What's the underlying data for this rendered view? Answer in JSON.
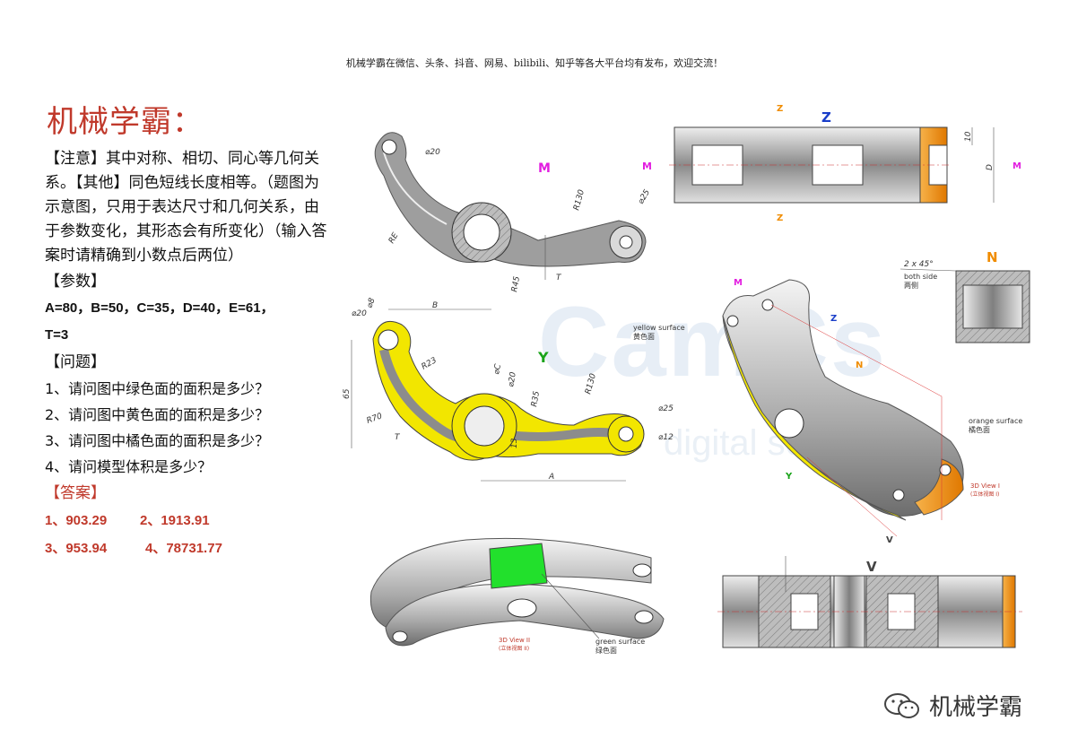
{
  "header": "机械学霸在微信、头条、抖音、网易、bilibili、知乎等各大平台均有发布，欢迎交流！",
  "title": "机械学霸：",
  "note": "【注意】其中对称、相切、同心等几何关系。【其他】同色短线长度相等。（题图为示意图，只用于表达尺寸和几何关系，由于参数变化，其形态会有所变化）（输入答案时请精确到小数点后两位）",
  "params": {
    "heading": "【参数】",
    "line1": "A=80，B=50，C=35，D=40，E=61，",
    "line2": "T=3"
  },
  "questions": {
    "heading": "【问题】",
    "items": [
      "1、请问图中绿色面的面积是多少？",
      "2、请问图中黄色面的面积是多少？",
      "3、请问图中橘色面的面积是多少？",
      "4、请问模型体积是多少？"
    ]
  },
  "answers": {
    "heading": "【答案】",
    "a1": "1、903.29",
    "a2": "2、1913.91",
    "a3": "3、953.94",
    "a4": "4、78731.77"
  },
  "drawing": {
    "view_m": "M",
    "view_y": "Y",
    "view_z": "Z",
    "view_n": "N",
    "view_v": "V",
    "yellow_surface_en": "yellow surface",
    "yellow_surface_cn": "黄色面",
    "orange_surface_en": "orange surface",
    "orange_surface_cn": "橘色面",
    "green_surface_en": "green surface",
    "green_surface_cn": "绿色面",
    "view3d_1": "3D View I",
    "view3d_1_sub": "(立体视图 I)",
    "view3d_2": "3D View II",
    "view3d_2_sub": "(立体视图 II)",
    "both_side_en": "both side",
    "both_side_cn": "两侧",
    "chamfer": "2 x 45°",
    "dims": {
      "d20": "⌀20",
      "d25": "⌀25",
      "d12": "⌀12",
      "d8": "⌀8",
      "r130": "R130",
      "r45": "R45",
      "r23": "R23",
      "r70": "R70",
      "r35": "R35",
      "re": "RE",
      "t": "T",
      "b": "B",
      "a": "A",
      "c": "⌀C",
      "d": "D",
      "n13": "13",
      "n65": "65",
      "n10": "10"
    }
  },
  "watermark": "CamCs",
  "watermark_sub": "digital solution",
  "brand": "机械学霸",
  "colors": {
    "title_red": "#c0392b",
    "yellow": "#f2e600",
    "orange": "#f08c00",
    "green": "#22e02c",
    "magenta": "#e21ee0",
    "blue": "#1a3ec9"
  }
}
